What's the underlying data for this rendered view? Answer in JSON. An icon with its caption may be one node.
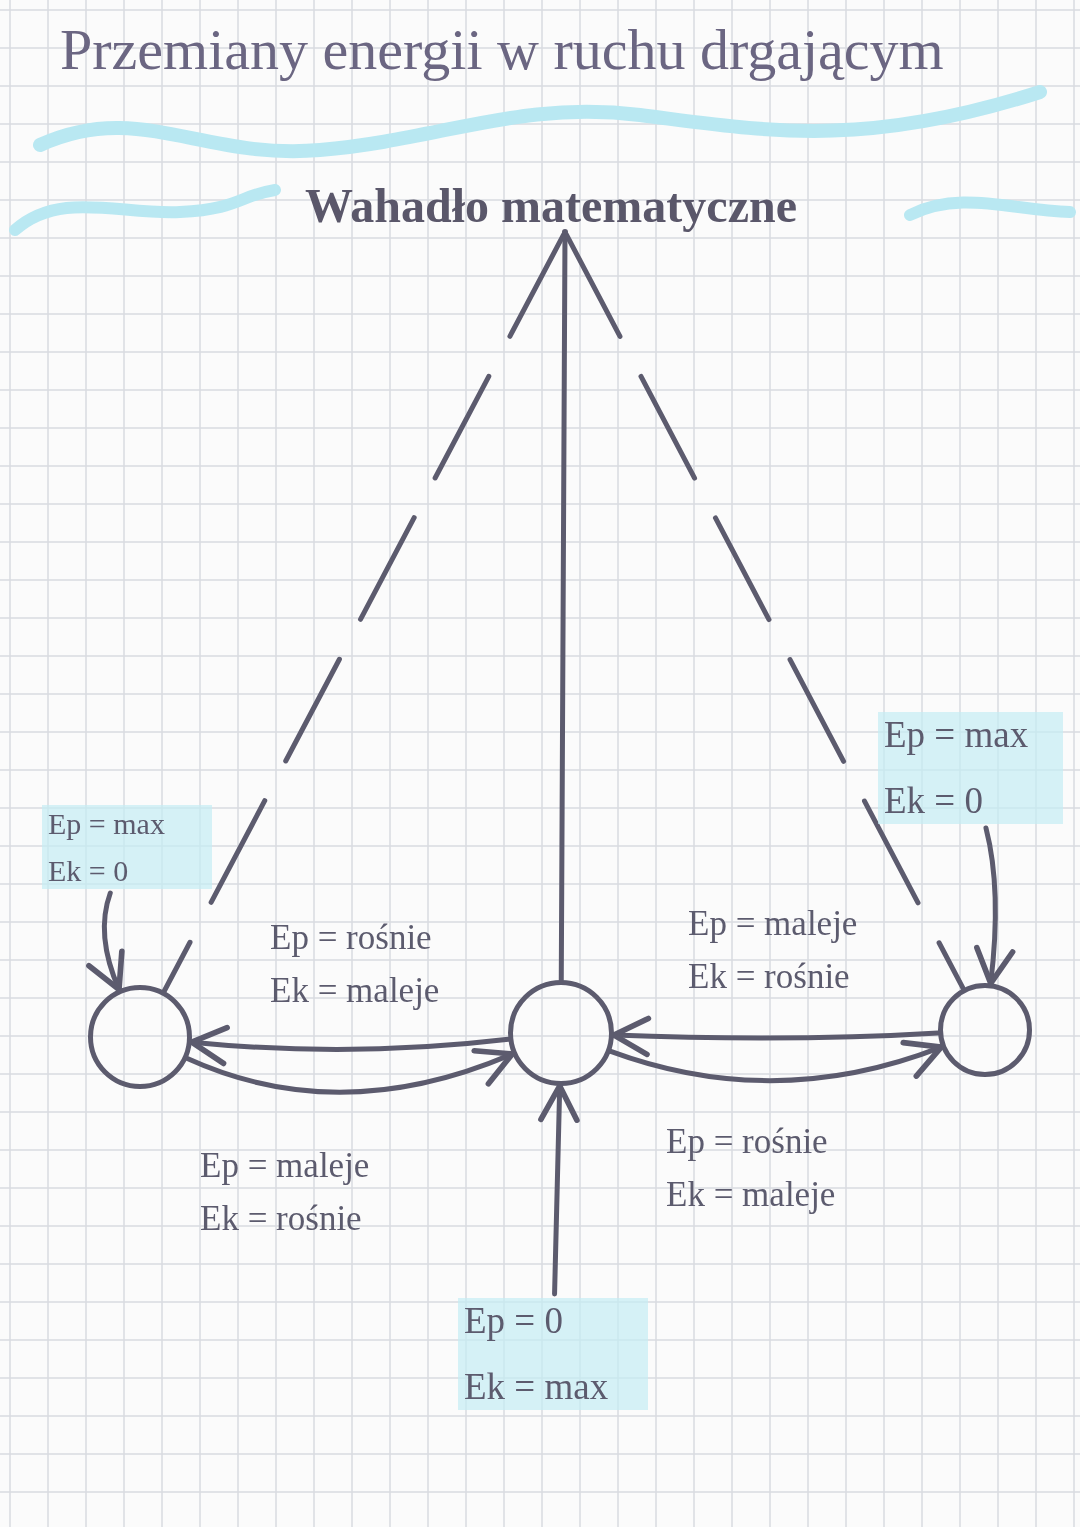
{
  "diagram": {
    "title": "Przemiany energii w ruchu drgającym",
    "nodes": [
      {
        "text": [],
        "shape": "point"
      },
      {
        "text": [],
        "shape": "circle"
      },
      {
        "text": [],
        "shape": "circle"
      },
      {
        "text": [],
        "shape": "circle"
      },
      {
        "text": [
          "Ep = max",
          "Ek = 0"
        ]
      },
      {
        "text": [
          "Ep = max",
          "Ek = 0"
        ]
      },
      {
        "text": [
          "Ep = 0",
          "Ek = max"
        ]
      }
    ],
    "edges": [
      {
        "from": 0,
        "to": 1,
        "arrow": "none",
        "style": "dashed"
      },
      {
        "from": 0,
        "to": 2,
        "arrow": "none"
      },
      {
        "from": 0,
        "to": 3,
        "arrow": "none",
        "style": "dashed"
      },
      {
        "from": 4,
        "to": 1,
        "arrow": "to"
      },
      {
        "from": 5,
        "to": 3,
        "arrow": "to"
      },
      {
        "from": 6,
        "to": 2,
        "arrow": "to"
      },
      {
        "from": 2,
        "to": 1,
        "arrow": "to",
        "label": "Ep = rośnie Ek = maleje"
      },
      {
        "from": 1,
        "to": 2,
        "arrow": "to",
        "label": "Ep = maleje Ek = rośnie"
      },
      {
        "from": 3,
        "to": 2,
        "arrow": "to",
        "label": "Ep = maleje Ek = rośnie"
      },
      {
        "from": 2,
        "to": 3,
        "arrow": "to",
        "label": "Ep = rośnie Ek = maleje"
      }
    ],
    "labels": [
      "Wahadło matematyczne"
    ]
  }
}
